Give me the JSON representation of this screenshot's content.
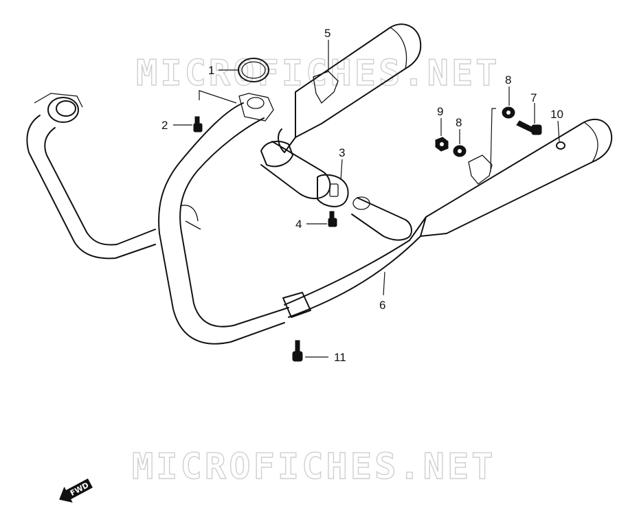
{
  "watermark": {
    "text_top": "MICROFICHES.NET",
    "text_bottom": "MICROFICHES.NET"
  },
  "callouts": {
    "c1": "1",
    "c2": "2",
    "c3": "3",
    "c4": "4",
    "c5": "5",
    "c6": "6",
    "c7": "7",
    "c8a": "8",
    "c8b": "8",
    "c9": "9",
    "c10": "10",
    "c11": "11"
  },
  "direction_arrow": {
    "label": "FWD"
  },
  "colors": {
    "line": "#111111",
    "watermark": "#cfcfcf",
    "background": "#ffffff"
  }
}
